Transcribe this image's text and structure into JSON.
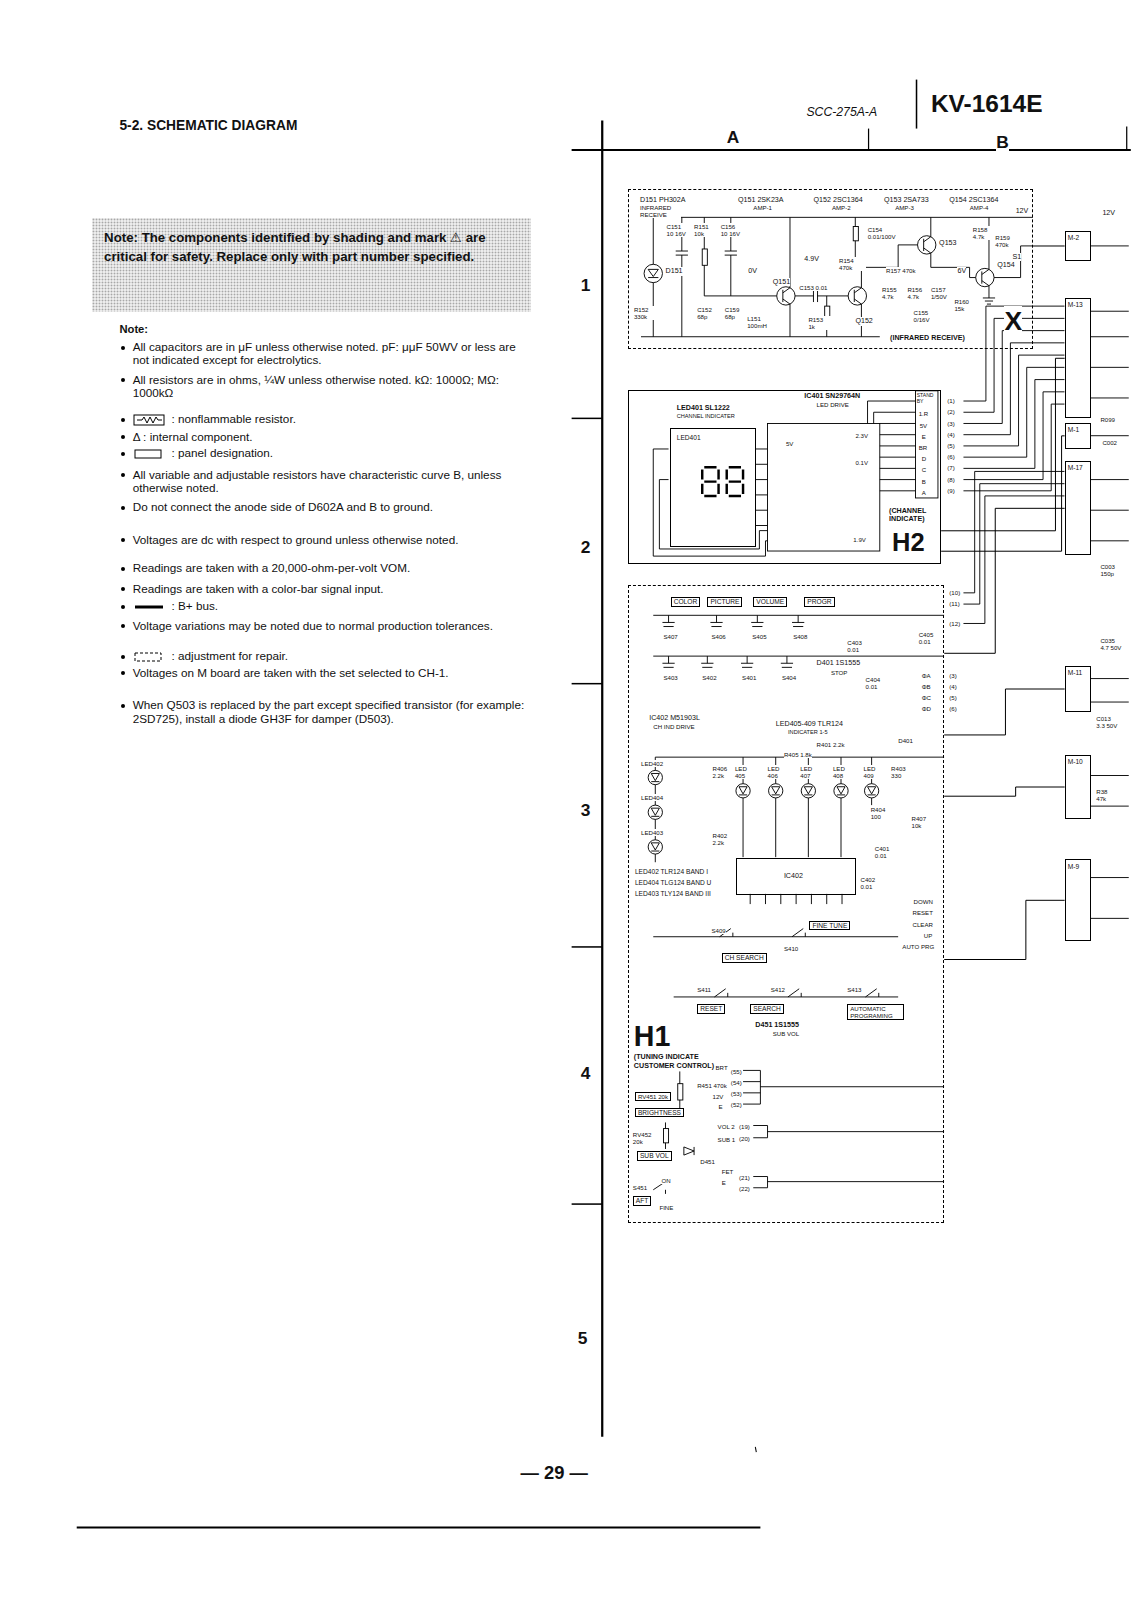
{
  "diagram": {
    "title": "5-2. SCHEMATIC DIAGRAM",
    "nodes": [
      {
        "text": [
          "Note: The components identified by shading and mark ⚠ are critical for safety. Replace only with part number specified."
        ]
      },
      {
        "text": [
          "(INFRARED RECEIVE)",
          "X"
        ]
      },
      {
        "text": [
          "(CHANNEL INDICATE)",
          "H2"
        ]
      },
      {
        "text": [
          "H1",
          "(TUNING INDICATE CUSTOMER CONTROL)"
        ]
      },
      {
        "text": [
          "M-2"
        ]
      },
      {
        "text": [
          "M-13"
        ]
      },
      {
        "text": [
          "M-1"
        ]
      },
      {
        "text": [
          "M-17"
        ]
      },
      {
        "text": [
          "M-11"
        ]
      },
      {
        "text": [
          "M-10"
        ]
      },
      {
        "text": [
          "M-9"
        ]
      },
      {
        "text": [
          "IC402"
        ],
        "in": 3
      },
      {
        "text": [
          "LED401"
        ],
        "in": 2
      }
    ],
    "edges": [
      {
        "from": 1,
        "to": 4,
        "arrow": "none"
      },
      {
        "from": 2,
        "to": 5,
        "arrow": "none"
      },
      {
        "from": 2,
        "to": 6,
        "arrow": "none"
      },
      {
        "from": 3,
        "to": 7,
        "arrow": "none"
      },
      {
        "from": 3,
        "to": 8,
        "arrow": "none"
      },
      {
        "from": 3,
        "to": 9,
        "arrow": "none"
      },
      {
        "from": 3,
        "to": 10,
        "arrow": "none"
      }
    ],
    "labels": [
      "SCC-275A-A",
      "KV-1614E",
      "A",
      "B",
      "1",
      "2",
      "3",
      "4",
      "5",
      "— 29 —",
      "Note:",
      "All capacitors are in μF unless otherwise noted. pF: μμF 50WV or less are not indicated except for electrolytics.",
      "All resistors are in ohms, ¼W unless otherwise noted. kΩ: 1000Ω; MΩ: 1000kΩ",
      ": nonflammable resistor.",
      "Δ : internal component.",
      ": panel designation.",
      "All variable and adjustable resistors have characteristic curve B, unless otherwise noted.",
      "Do not connect the anode side of D602A and B to ground.",
      "Voltages are dc with respect to ground unless otherwise noted.",
      "Readings are taken with a 20,000-ohm-per-volt VOM.",
      "Readings are taken with a color-bar signal input.",
      ": B+ bus.",
      "Voltage variations may be noted due to normal production tolerances.",
      ": adjustment for repair.",
      "Voltages on M board are taken with the set selected to CH-1.",
      "When Q503 is replaced by the part except specified transistor (for example: 2SD725), install a diode GH3F for damper (D503).",
      "D151 PH302A",
      "INFRARED RECEIVE",
      "Q151 2SK23A",
      "AMP-1",
      "Q152 2SC1364",
      "AMP-2",
      "Q153 2SA733",
      "AMP-3",
      "Q154 2SC1364",
      "AMP-4",
      "12V",
      "C151 10 16V",
      "R151 10k",
      "C156 10 16V",
      "D151",
      "0V",
      "Q151",
      "4.9V",
      "C153 0.01",
      "C154 0.01/100V",
      "R154 470k",
      "Q153",
      "R157 470k",
      "R155 4.7k",
      "R156 4.7k",
      "C157 1/50V",
      "6V",
      "R158 4.7k",
      "R159 470k",
      "S1",
      "Q154",
      "R160 15k",
      "C155 0/16V",
      "R152 330k",
      "C152 68p",
      "C159 68p",
      "L151 100mH",
      "R153 1k",
      "Q152",
      "IC401 SN29764N",
      "LED DRIVE",
      "LED401 SL1222",
      "CHANNEL INDICATER",
      "STAND BY",
      "1.R",
      "5V",
      "E",
      "BR",
      "D",
      "C",
      "B",
      "A",
      "2.3V",
      "0.1V",
      "1.9V",
      "5V",
      "COLOR",
      "PICTURE",
      "VOLUME",
      "PROGR",
      "S407",
      "S406",
      "S405",
      "S408",
      "S403",
      "S402",
      "S401",
      "S404",
      "C403 0.01",
      "C404 0.01",
      "C405 0.01",
      "D401 1S1555",
      "STOP",
      "IC402 M51903L",
      "CH IND DRIVE",
      "LED405-409 TLR124",
      "INDICATER 1-5",
      "R401 2.2k",
      "D401",
      "R405 1.8k",
      "LED402",
      "R406 2.2k",
      "LED 405",
      "LED 406",
      "LED 407",
      "LED 408",
      "LED 409",
      "R403 330",
      "LED404",
      "LED403",
      "R404 100",
      "R402 2.2k",
      "R407 10k",
      "C401 0.01",
      "C402 0.01",
      "LED402 TLR124 BAND I",
      "LED404 TLG124 BAND U",
      "LED403 TLY124 BAND III",
      "DOWN",
      "RESET",
      "CLEAR",
      "UP",
      "AUTO PRG",
      "FINE TUNE",
      "S409",
      "S410",
      "CH SEARCH",
      "S411",
      "S412",
      "S413",
      "RESET",
      "SEARCH",
      "AUTOMATIC PROGRAMING",
      "D451 1S1555",
      "SUB VOL",
      "BRT",
      "R451 470k",
      "RV451 20k",
      "12V",
      "E",
      "BRIGHTNESS",
      "VOL 2",
      "SUB 1",
      "RV452 20k",
      "SUB VOL",
      "D451",
      "FET",
      "E",
      "S451",
      "ON",
      "AFT",
      "FINE",
      "(1)",
      "(2)",
      "(3)",
      "(4)",
      "(5)",
      "(6)",
      "(7)",
      "(8)",
      "(9)",
      "(10)",
      "(11)",
      "(12)",
      "(3)",
      "(4)",
      "(5)",
      "(6)",
      "ΦA",
      "ΦB",
      "ΦC",
      "ΦD",
      "(55)",
      "(54)",
      "(53)",
      "(52)",
      "(19)",
      "(20)",
      "(21)",
      "(22)",
      "R099",
      "C002",
      "C003 150p",
      "C035 4.7 50V",
      "C013 3.3 50V",
      "R38 47k",
      "12V"
    ]
  }
}
